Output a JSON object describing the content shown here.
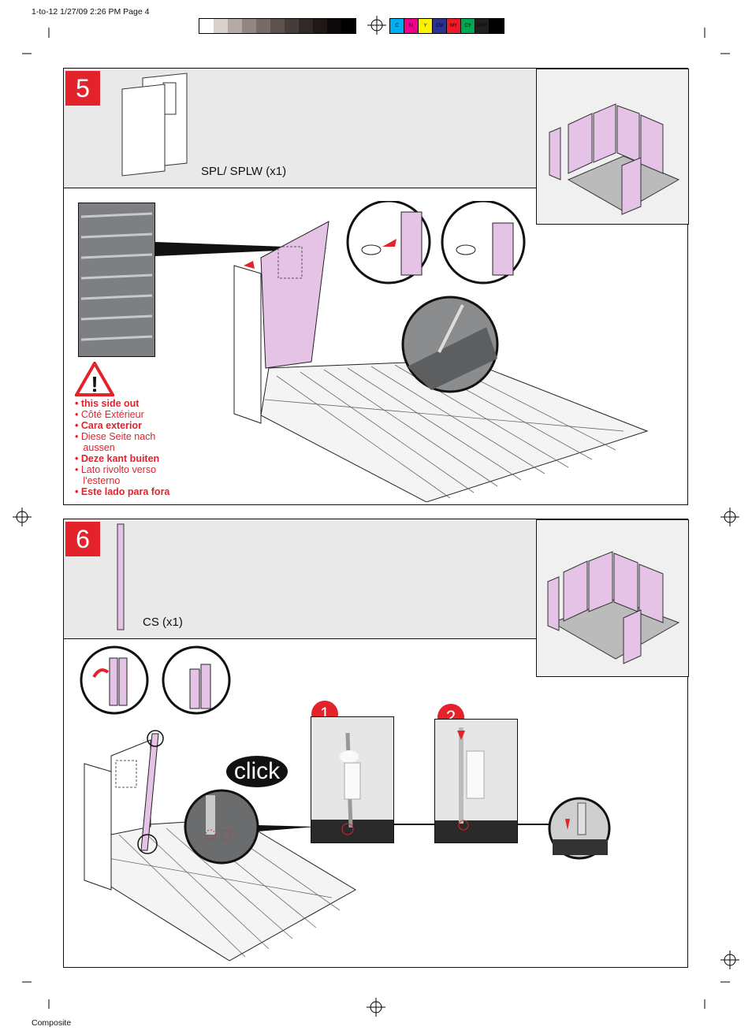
{
  "page": {
    "header": "1-to-12  1/27/09 2:26 PM Page 4",
    "footer": "Composite"
  },
  "print_marks": {
    "gray_swatches": [
      "#ffffff",
      "#d8d0cc",
      "#b6aaa6",
      "#938683",
      "#776a68",
      "#5e5250",
      "#463c3b",
      "#312928",
      "#1e1817",
      "#0c0808",
      "#000000"
    ],
    "color_swatches": [
      {
        "label": "C",
        "color": "#00aeef"
      },
      {
        "label": "M",
        "color": "#ec008c"
      },
      {
        "label": "Y",
        "color": "#fff200"
      },
      {
        "label": "CM",
        "color": "#2e3192"
      },
      {
        "label": "MY",
        "color": "#ed1c24"
      },
      {
        "label": "CY",
        "color": "#00a651"
      },
      {
        "label": "CMY",
        "color": "#231f20"
      },
      {
        "label": "K",
        "color": "#000000"
      }
    ]
  },
  "step5": {
    "number": "5",
    "part_label": "SPL/ SPLW (x1)",
    "warning": [
      {
        "text": "• this side out",
        "style": "red"
      },
      {
        "text": "• Côté Extérieur",
        "style": "red2"
      },
      {
        "text": "• Cara exterior",
        "style": "red"
      },
      {
        "text": "• Diese Seite nach",
        "style": "red2"
      },
      {
        "text": "   aussen",
        "style": "red2"
      },
      {
        "text": "• Deze kant buiten",
        "style": "red"
      },
      {
        "text": "• Lato rivolto verso",
        "style": "red2"
      },
      {
        "text": "   l'esterno",
        "style": "red2"
      },
      {
        "text": "• Este lado para fora",
        "style": "red"
      }
    ]
  },
  "step6": {
    "number": "6",
    "part_label": "CS (x1)",
    "photo1_number": "1",
    "photo2_number": "2",
    "click_label": "click"
  },
  "colors": {
    "accent_red": "#e3222b",
    "panel_pink": "#e5c3e6",
    "head_gray": "#e9e9e9"
  }
}
